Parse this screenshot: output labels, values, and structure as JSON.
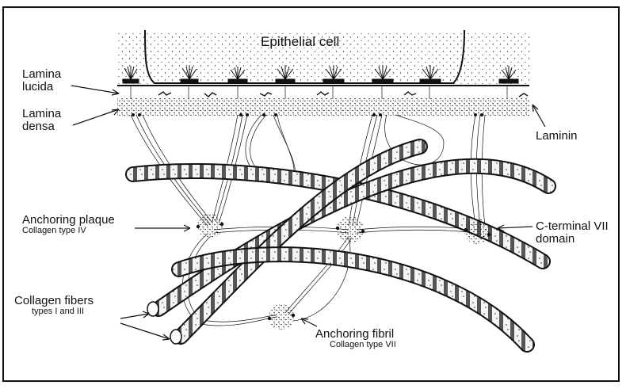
{
  "labels": {
    "epithelial_cell": "Epithelial cell",
    "lamina_lucida_1": "Lamina",
    "lamina_lucida_2": "lucida",
    "lamina_densa_1": "Lamina",
    "lamina_densa_2": "densa",
    "laminin": "Laminin",
    "anchoring_plaque": "Anchoring plaque",
    "anchoring_plaque_sub": "Collagen type IV",
    "c_terminal_1": "C-terminal VII",
    "c_terminal_2": "domain",
    "collagen_fibers": "Collagen fibers",
    "collagen_fibers_sub": "types I and III",
    "anchoring_fibril": "Anchoring fibril",
    "anchoring_fibril_sub": "Collagen type VII"
  },
  "colors": {
    "ink": "#111111",
    "paper": "#ffffff",
    "fiber_band": "#e9e9e9"
  }
}
